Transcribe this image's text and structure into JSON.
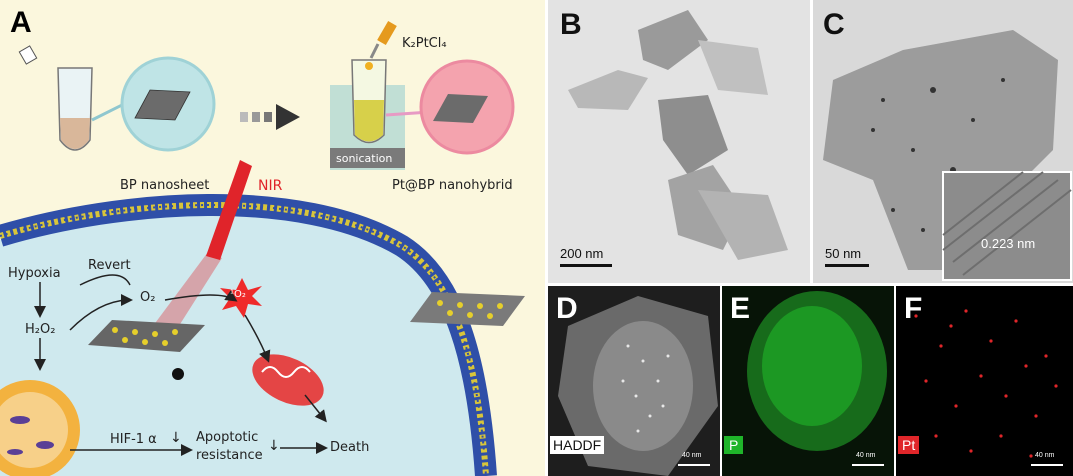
{
  "panel_a": {
    "label": "A",
    "reagent": "K₂PtCl₄",
    "sonication": "sonication",
    "bp_nanosheet": "BP nanosheet",
    "nanohybrid": "Pt@BP nanohybrid",
    "nir": "NIR",
    "revert": "Revert",
    "hypoxia": "Hypoxia",
    "h2o2": "H₂O₂",
    "o2": "O₂",
    "singlet_o2": "¹O₂",
    "hif": "HIF-1 α",
    "apoptotic": "Apoptotic",
    "resistance": "resistance",
    "death": "Death",
    "down_arrow": "↓"
  },
  "panel_b": {
    "label": "B",
    "scale": "200 nm"
  },
  "panel_c": {
    "label": "C",
    "scale": "50 nm",
    "lattice": "0.223 nm"
  },
  "panel_d": {
    "label": "D",
    "tag": "HADDF",
    "scale": "40 nm"
  },
  "panel_e": {
    "label": "E",
    "tag": "P",
    "scale": "40 nm"
  },
  "panel_f": {
    "label": "F",
    "tag": "Pt",
    "scale": "40 nm"
  },
  "colors": {
    "panel_a_bg": "#fbf7dd",
    "membrane_blue": "#2f4fa8",
    "membrane_yellow": "#d8c53a",
    "nir_red": "#e0242a",
    "eds_green": "#1fb52a",
    "eds_red": "#e0262a"
  }
}
